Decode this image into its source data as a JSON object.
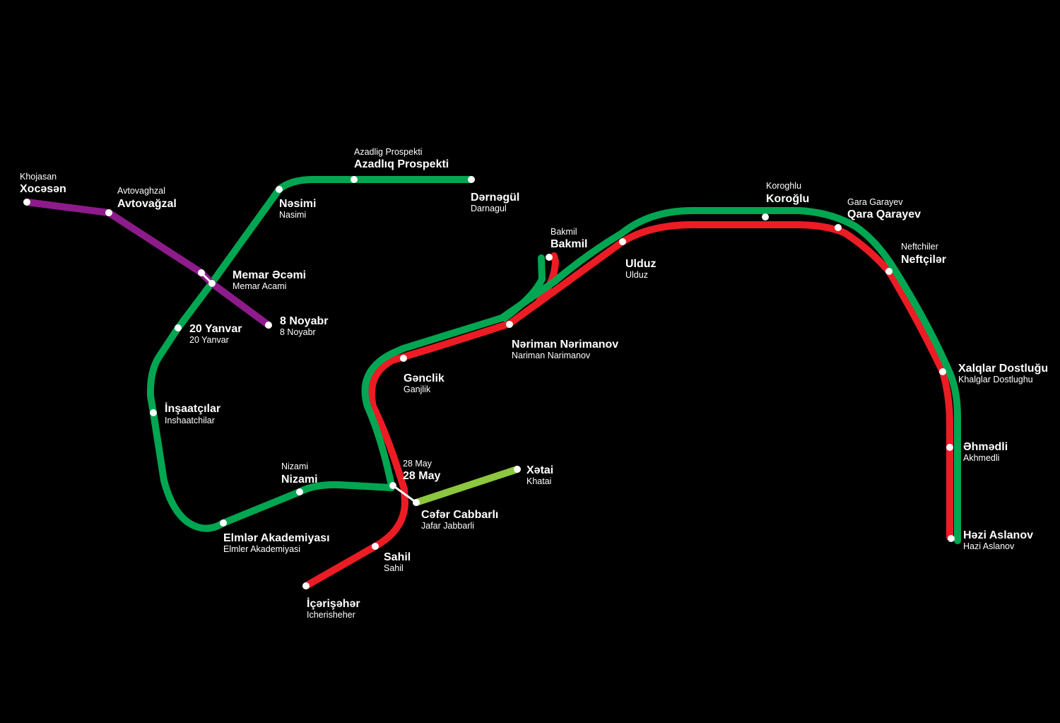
{
  "colors": {
    "background": "#000000",
    "green_line": "#00a651",
    "red_line": "#ec1c24",
    "purple_line": "#8e1b8a",
    "light_green_line": "#8dc63f",
    "station_fill": "#ffffff",
    "text": "#ffffff"
  },
  "lines": [
    {
      "id": "green",
      "color": "#00a651"
    },
    {
      "id": "red",
      "color": "#ec1c24"
    },
    {
      "id": "purple",
      "color": "#8e1b8a"
    },
    {
      "id": "light-green",
      "color": "#8dc63f"
    }
  ],
  "stations": {
    "xocesen": {
      "name": "Xocəsən",
      "alt": "Khojasan"
    },
    "avtovagzal": {
      "name": "Avtovağzal",
      "alt": "Avtovaghzal"
    },
    "memar_ecemi": {
      "name": "Memar Əcəmi",
      "alt": "Memar Acami"
    },
    "noyabr8": {
      "name": "8 Noyabr",
      "alt": "8 Noyabr"
    },
    "nesimi": {
      "name": "Nəsimi",
      "alt": "Nasimi"
    },
    "azadliq": {
      "name": "Azadlıq Prospekti",
      "alt": "Azadlig Prospekti"
    },
    "dernegul": {
      "name": "Dərnəgül",
      "alt": "Darnagul"
    },
    "yanvar20": {
      "name": "20 Yanvar",
      "alt": "20 Yanvar"
    },
    "insaatcilar": {
      "name": "İnşaatçılar",
      "alt": "Inshaatchilar"
    },
    "elmler": {
      "name": "Elmlər Akademiyası",
      "alt": "Elmler Akademiyasi"
    },
    "nizami": {
      "name": "Nizami",
      "alt": "Nizami"
    },
    "may28": {
      "name": "28 May",
      "alt": "28 May"
    },
    "cefer": {
      "name": "Cəfər Cabbarlı",
      "alt": "Jafar Jabbarli"
    },
    "xetai": {
      "name": "Xətai",
      "alt": "Khatai"
    },
    "sahil": {
      "name": "Sahil",
      "alt": "Sahil"
    },
    "icerisheher": {
      "name": "İçərişəhər",
      "alt": "Icherisheher"
    },
    "genclik": {
      "name": "Gənclik",
      "alt": "Ganjlik"
    },
    "nariman": {
      "name": "Nəriman Nərimanov",
      "alt": "Nariman Narimanov"
    },
    "bakmil": {
      "name": "Bakmil",
      "alt": "Bakmil"
    },
    "ulduz": {
      "name": "Ulduz",
      "alt": "Ulduz"
    },
    "koroglu": {
      "name": "Koroğlu",
      "alt": "Koroghlu"
    },
    "qara": {
      "name": "Qara Qarayev",
      "alt": "Gara Garayev"
    },
    "neftciler": {
      "name": "Neftçilər",
      "alt": "Neftchiler"
    },
    "xalqlar": {
      "name": "Xalqlar Dostluğu",
      "alt": "Khalglar Dostlughu"
    },
    "ehmedli": {
      "name": "Əhmədli",
      "alt": "Akhmedli"
    },
    "hezi": {
      "name": "Həzi Aslanov",
      "alt": "Hazi Aslanov"
    }
  }
}
